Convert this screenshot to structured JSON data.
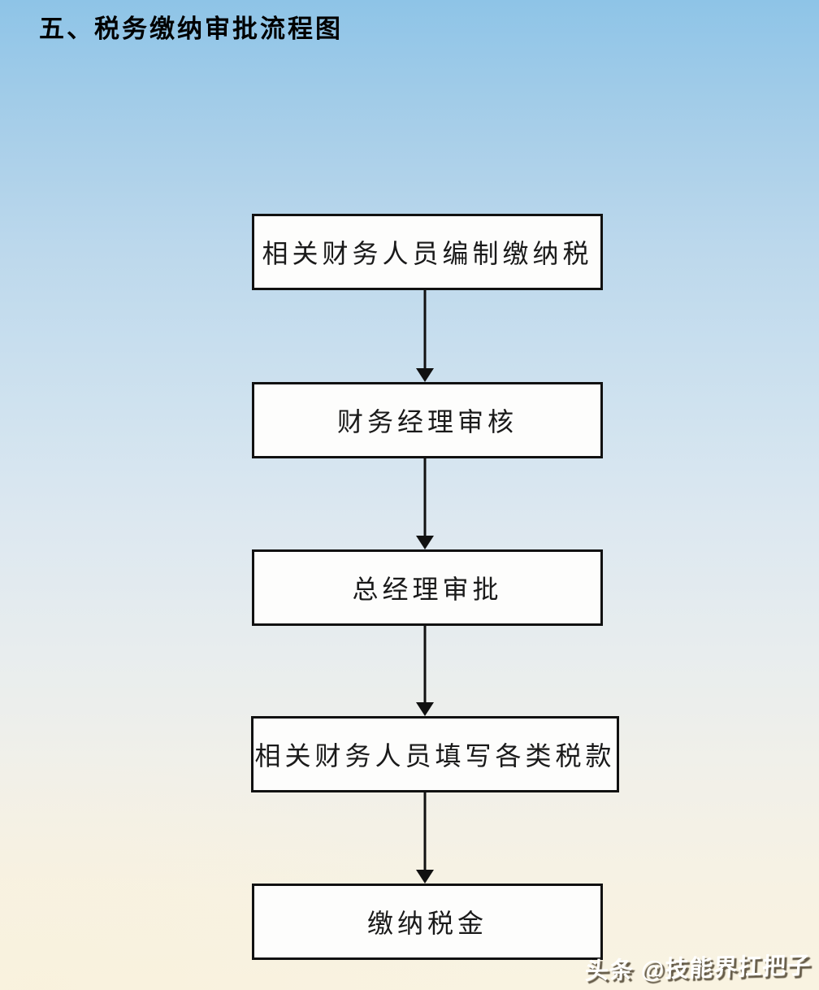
{
  "page": {
    "title": "五、税务缴纳审批流程图",
    "watermark": "头条 @技能界扛把子"
  },
  "colors": {
    "background_top": "#8ec4e7",
    "background_bottom": "#f9f3e1",
    "box_fill": "#fdfdfc",
    "box_border": "#111111",
    "box_text": "#1a1a1a",
    "arrow": "#111111",
    "title_text": "#000000",
    "watermark_text": "#ffffff"
  },
  "flowchart": {
    "type": "flow",
    "direction": "top-down",
    "steps": [
      {
        "label": "相关财务人员编制缴纳税"
      },
      {
        "label": "财务经理审核"
      },
      {
        "label": "总经理审批"
      },
      {
        "label": "相关财务人员填写各类税款"
      },
      {
        "label": "缴纳税金"
      }
    ],
    "connectors": [
      {
        "from": 0,
        "to": 1,
        "style": "arrow-down"
      },
      {
        "from": 1,
        "to": 2,
        "style": "arrow-down"
      },
      {
        "from": 2,
        "to": 3,
        "style": "arrow-down"
      },
      {
        "from": 3,
        "to": 4,
        "style": "arrow-down"
      }
    ]
  }
}
